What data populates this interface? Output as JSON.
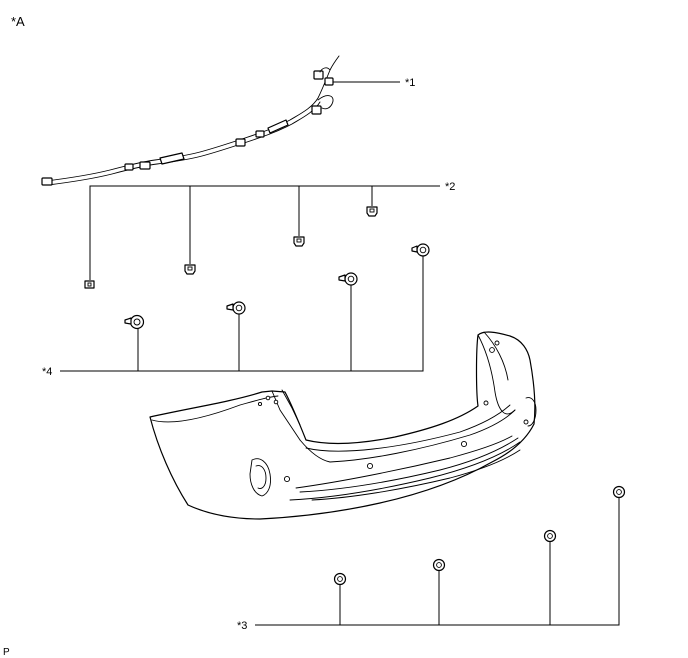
{
  "view_label": "*A",
  "footer_label": "P",
  "callouts": {
    "c1": "*1",
    "c2": "*2",
    "c3": "*3",
    "c4": "*4"
  },
  "icons": {
    "wire_harness": "wire-harness-icon",
    "sensor_clip": "sensor-clip-icon",
    "sensor_retainer": "sensor-retainer-icon",
    "bumper_cover": "bumper-cover-icon",
    "sensor_grommet": "sensor-grommet-icon"
  },
  "colors": {
    "line": "#000000",
    "background": "#ffffff"
  }
}
